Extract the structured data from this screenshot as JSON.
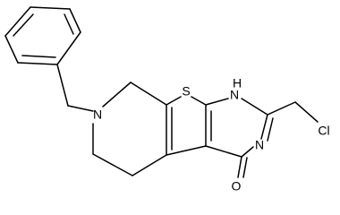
{
  "atoms": {
    "S": "S",
    "NH": "H",
    "N_ring": "N",
    "N_amine": "N",
    "Cl": "Cl",
    "O": "O"
  }
}
